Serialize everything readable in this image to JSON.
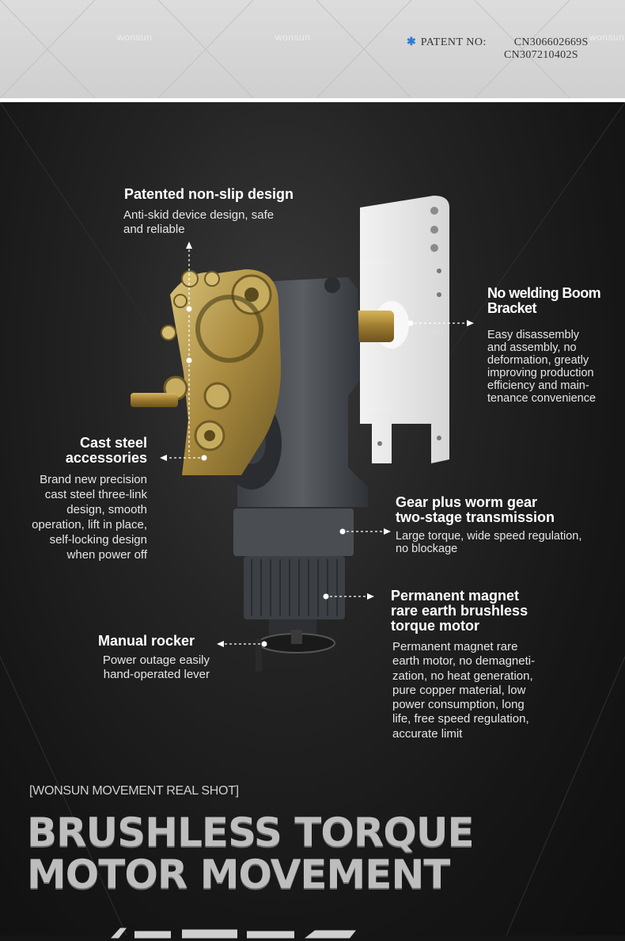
{
  "watermark": "wonsun",
  "patent": {
    "star": "✱",
    "label": "PATENT NO:",
    "numbers": [
      "CN306602669S",
      "CN307210402S"
    ]
  },
  "callouts": {
    "non_slip": {
      "title": "Patented non-slip design",
      "lines": [
        "Anti-skid device design, safe",
        "and reliable"
      ]
    },
    "boom_bracket": {
      "title_lines": [
        "No welding Boom",
        "Bracket"
      ],
      "lines": [
        "Easy disassembly",
        "and assembly, no",
        "deformation, greatly",
        "improving production",
        "efficiency and main-",
        "tenance convenience"
      ]
    },
    "cast_steel": {
      "title_lines": [
        "Cast steel",
        "accessories"
      ],
      "lines": [
        "Brand new precision",
        "cast steel three-link",
        "design, smooth",
        "operation, lift in place,",
        "self-locking design",
        "when power off"
      ]
    },
    "gear": {
      "title_lines": [
        "Gear plus worm gear",
        "two-stage transmission"
      ],
      "lines": [
        "Large torque, wide speed regulation,",
        "no blockage"
      ]
    },
    "magnet": {
      "title_lines": [
        "Permanent magnet",
        "rare earth brushless",
        "torque motor"
      ],
      "lines": [
        "Permanent magnet rare",
        "earth motor, no demagneti-",
        "zation, no heat generation,",
        "pure copper material, low",
        "power consumption, long",
        "life, free speed regulation,",
        "accurate limit"
      ]
    },
    "rocker": {
      "title": "Manual rocker",
      "lines": [
        "Power outage easily",
        "hand-operated lever"
      ]
    }
  },
  "footer": {
    "tag": "[WONSUN MOVEMENT REAL SHOT]",
    "headline_1": "BRUSHLESS TORQUE",
    "headline_2": "MOTOR MOVEMENT"
  },
  "colors": {
    "accent_star": "#2b7bd6",
    "background_dark": "#151515",
    "headline": "#bdbdbd"
  }
}
